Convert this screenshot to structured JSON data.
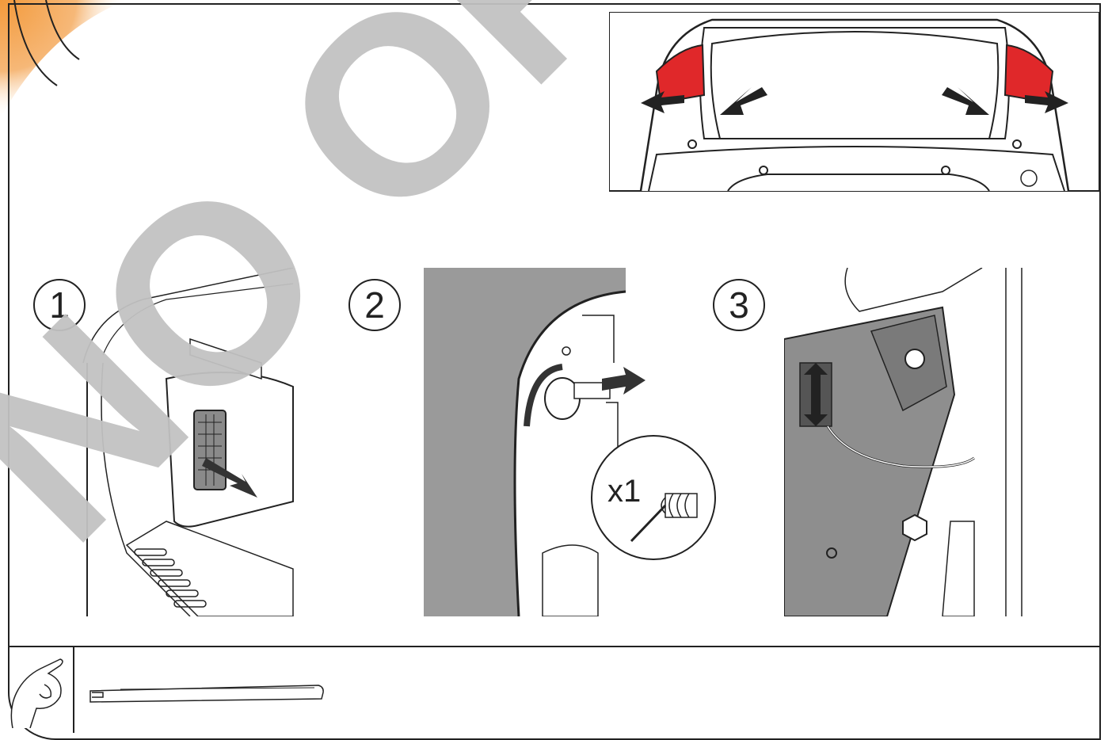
{
  "watermark": {
    "text": "NO ORI"
  },
  "steps": [
    {
      "number": "1"
    },
    {
      "number": "2"
    },
    {
      "number": "3"
    }
  ],
  "step2": {
    "count_label": "x1"
  },
  "colors": {
    "tail_light": "#e0282a",
    "panel_grey": "#9a9a9a",
    "watermark": "#c2c2c2",
    "corner_orange": "#f39a3b"
  },
  "icons": {
    "hand": "hand-icon",
    "tool": "trim-removal-tool-icon"
  }
}
